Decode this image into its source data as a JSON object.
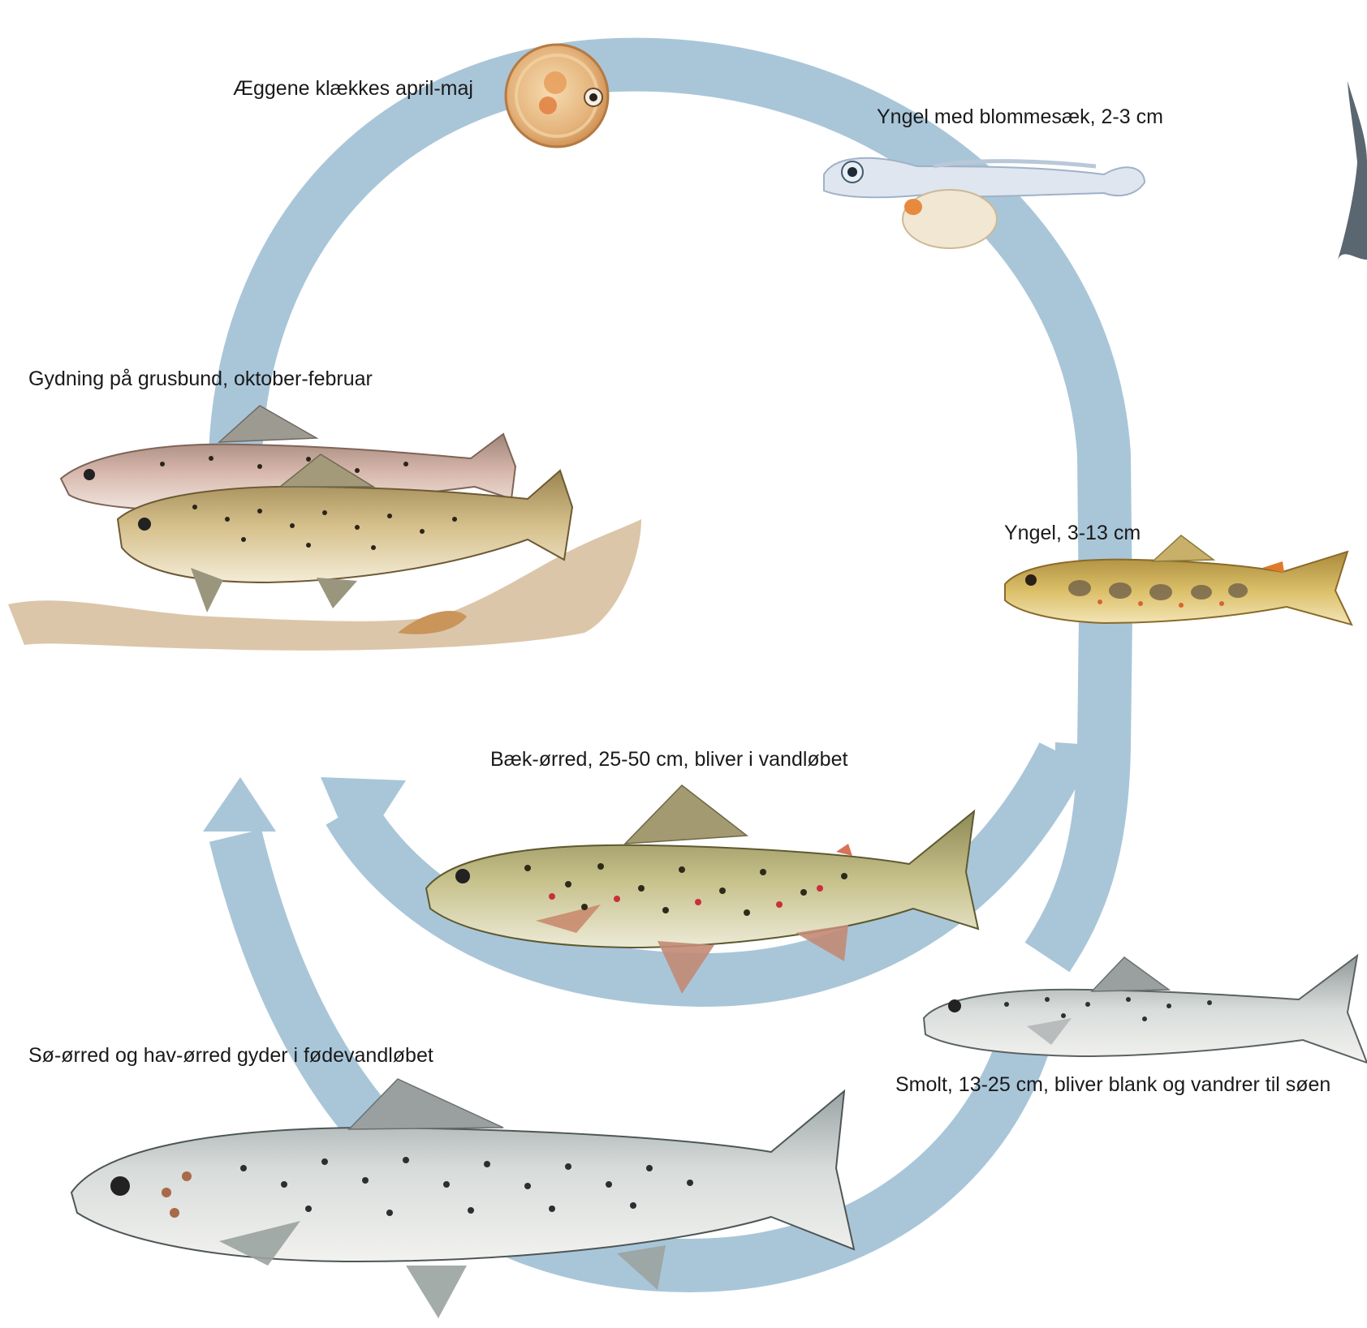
{
  "labels": {
    "eggs": "Æggene klækkes april-maj",
    "alevin": "Yngel med blommesæk, 2-3 cm",
    "spawning": "Gydning på grusbund, oktober-februar",
    "fry": "Yngel, 3-13 cm",
    "brown_trout": "Bæk-ørred, 25-50 cm, bliver i vandløbet",
    "sea_trout": "Sø-ørred og hav-ørred gyder i fødevandløbet",
    "smolt": "Smolt, 13-25 cm, bliver blank og vandrer til søen"
  },
  "colors": {
    "cycle_arrow": "#a9c6d9",
    "label_text": "#1a1a1a",
    "gravel": "#d8c0a0",
    "spawner_pink": "#c9a89a",
    "spawner_brown": "#c8b07c",
    "fry_yellow": "#d8b85a",
    "brown_trout_body": "#b8b27a",
    "smolt_silver": "#c8ccca",
    "sea_trout_silver": "#cfd3d2"
  },
  "icons": {
    "egg": "trout-egg-icon",
    "alevin": "alevin-illustration",
    "spawners": "spawning-trout-pair-illustration",
    "fry": "trout-fry-illustration",
    "brown_trout": "brown-trout-illustration",
    "smolt": "smolt-illustration",
    "sea_trout": "sea-trout-illustration",
    "partial": "dark-fish-illustration"
  }
}
